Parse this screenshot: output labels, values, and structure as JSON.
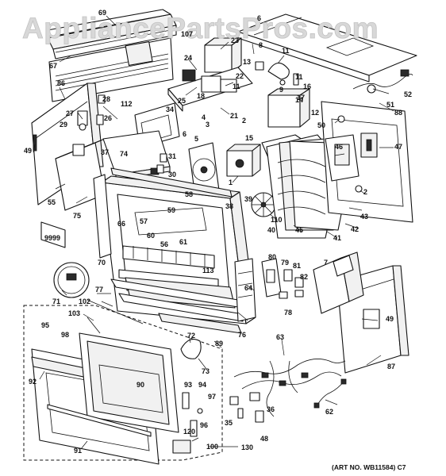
{
  "watermark": "AppliancePartsPros.com",
  "art_number": "(ART NO. WB11584) C7",
  "callouts": [
    "1",
    "2",
    "3",
    "4",
    "5",
    "6",
    "7",
    "8",
    "9",
    "11",
    "12",
    "13",
    "14",
    "15",
    "16",
    "17",
    "18",
    "21",
    "22",
    "23",
    "24",
    "25",
    "26",
    "27",
    "28",
    "29",
    "30",
    "31",
    "34",
    "35",
    "36",
    "37",
    "38",
    "39",
    "40",
    "41",
    "42",
    "43",
    "45",
    "46",
    "47",
    "48",
    "49",
    "50",
    "51",
    "52",
    "55",
    "56",
    "57",
    "58",
    "59",
    "60",
    "61",
    "62",
    "63",
    "64",
    "66",
    "67",
    "69",
    "70",
    "71",
    "72",
    "73",
    "74",
    "75",
    "76",
    "77",
    "78",
    "79",
    "80",
    "81",
    "82",
    "86",
    "87",
    "88",
    "89",
    "90",
    "91",
    "92",
    "93",
    "94",
    "95",
    "96",
    "97",
    "98",
    "100",
    "102",
    "103",
    "107",
    "110",
    "112",
    "113",
    "120",
    "130",
    "9999"
  ]
}
